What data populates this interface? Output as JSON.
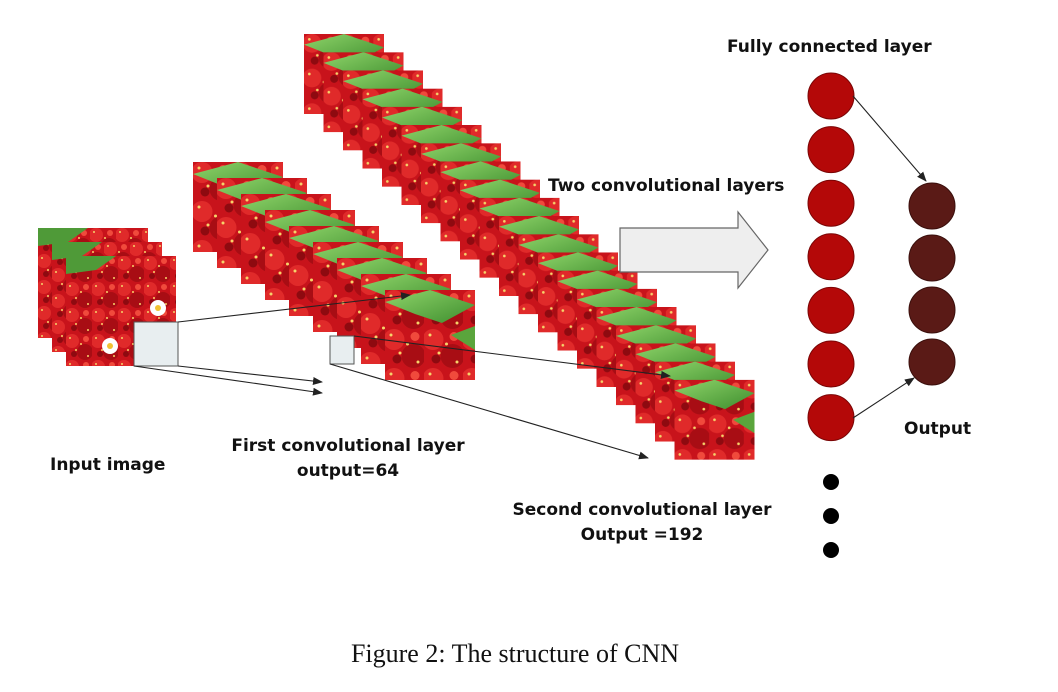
{
  "figure": {
    "caption": "Figure 2: The structure of CNN"
  },
  "labels": {
    "input": "Input image",
    "first_layer": "First convolutional layer",
    "first_output": "output=64",
    "two_layers": "Two convolutional layers",
    "second_layer": "Second convolutional layer",
    "second_output": "Output =192",
    "fully_connected": "Fully connected  layer",
    "output": "Output"
  },
  "network": {
    "input_images": 3,
    "first_layer_maps": 64,
    "second_layer_maps": 192,
    "fc_visible_nodes": 7,
    "fc_ellipsis_dots": 3,
    "output_nodes": 4
  },
  "colors": {
    "fc_node": "#b40808",
    "output_node": "#5a1a16",
    "strawberry_red": "#c8131b",
    "leaf_green": "#6bbf4a",
    "patch": "#e8eef0"
  }
}
